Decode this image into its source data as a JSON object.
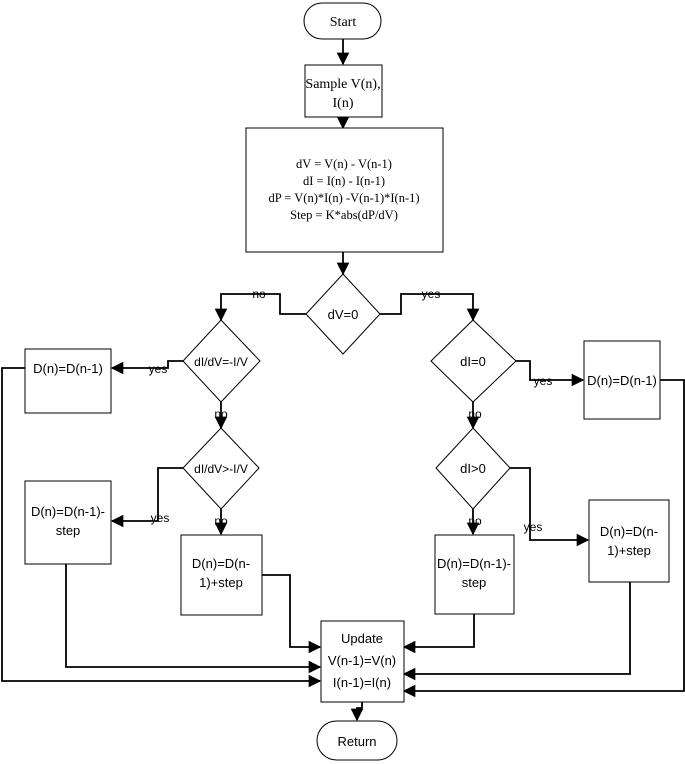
{
  "nodes": {
    "start": "Start",
    "sample": [
      "Sample V(n),",
      "I(n)"
    ],
    "compute": [
      "dV = V(n) - V(n-1)",
      "dI = I(n) - I(n-1)",
      "dP = V(n)*I(n) -V(n-1)*I(n-1)",
      "Step = K*abs(dP/dV)"
    ],
    "dv0": "dV=0",
    "didv_eq": "dI/dV=-I/V",
    "di0": "dI=0",
    "didv_gt": "dI/dV>-I/V",
    "digt0": "dI>0",
    "left_hold": "D(n)=D(n-1)",
    "right_hold": "D(n)=D(n-1)",
    "left_minus": [
      "D(n)=D(n-1)-",
      "step"
    ],
    "mid_plus": [
      "D(n)=D(n-",
      "1)+step"
    ],
    "mid_minus": [
      "D(n)=D(n-1)-",
      "step"
    ],
    "right_plus": [
      "D(n)=D(n-",
      "1)+step"
    ],
    "update": [
      "Update",
      "V(n-1)=V(n)",
      "I(n-1)=I(n)"
    ],
    "return": "Return"
  },
  "edge_labels": {
    "dv0_no": "no",
    "dv0_yes": "yes",
    "didv_eq_yes": "yes",
    "didv_eq_no": "no",
    "di0_yes": "yes",
    "di0_no": "no",
    "didv_gt_yes": "yes",
    "didv_gt_no": "no",
    "digt0_no": "no",
    "digt0_yes": "yes"
  }
}
